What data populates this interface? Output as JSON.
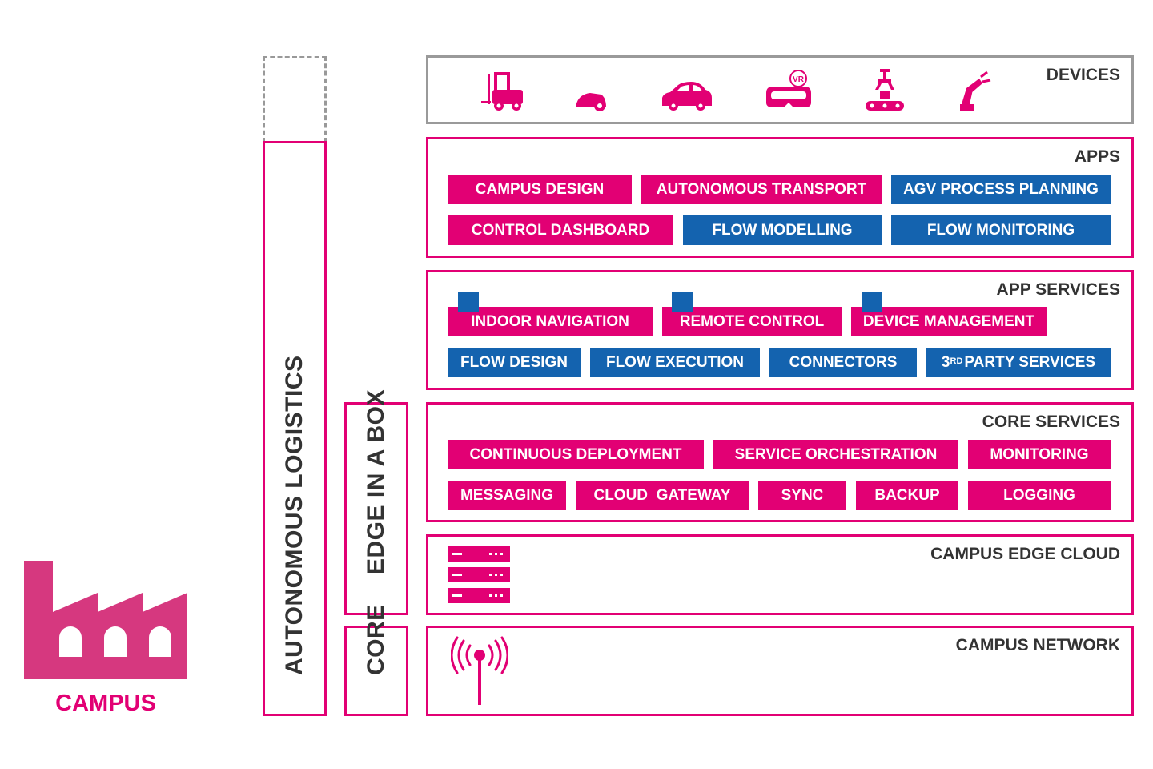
{
  "colors": {
    "magenta": "#e20074",
    "blue": "#1463af",
    "gray": "#9a9a9a",
    "dark_text": "#333333"
  },
  "campus": {
    "label": "CAMPUS",
    "icon": "factory-icon"
  },
  "columns": {
    "logistics": "AUTONOMOUS LOGISTICS",
    "edge": "EDGE IN A BOX",
    "core": "CORE"
  },
  "devices": {
    "title": "DEVICES",
    "icons": [
      "forklift-icon",
      "robot-mower-icon",
      "car-icon",
      "vr-headset-icon",
      "robot-gripper-conveyor-icon",
      "robot-arm-icon"
    ],
    "vr_label": "VR"
  },
  "apps": {
    "title": "APPS",
    "row1": [
      "CAMPUS DESIGN",
      "AUTONOMOUS TRANSPORT",
      "AGV PROCESS PLANNING"
    ],
    "row2": [
      "CONTROL DASHBOARD",
      "FLOW MODELLING",
      "FLOW MONITORING"
    ]
  },
  "app_services": {
    "title": "APP SERVICES",
    "row1": [
      "INDOOR NAVIGATION",
      "REMOTE CONTROL",
      "DEVICE MANAGEMENT"
    ],
    "row2": [
      "FLOW DESIGN",
      "FLOW EXECUTION",
      "CONNECTORS"
    ],
    "third_party": {
      "number": "3",
      "sup": "RD",
      "text": "PARTY SERVICES"
    }
  },
  "core_services": {
    "title": "CORE SERVICES",
    "row1": [
      "CONTINUOUS DEPLOYMENT",
      "SERVICE ORCHESTRATION",
      "MONITORING"
    ],
    "row2": [
      "MESSAGING",
      "CLOUD  GATEWAY",
      "SYNC",
      "BACKUP",
      "LOGGING"
    ]
  },
  "edge_cloud": {
    "title": "CAMPUS EDGE CLOUD",
    "icon": "server-rack-icon"
  },
  "network": {
    "title": "CAMPUS NETWORK",
    "icon": "antenna-icon"
  }
}
